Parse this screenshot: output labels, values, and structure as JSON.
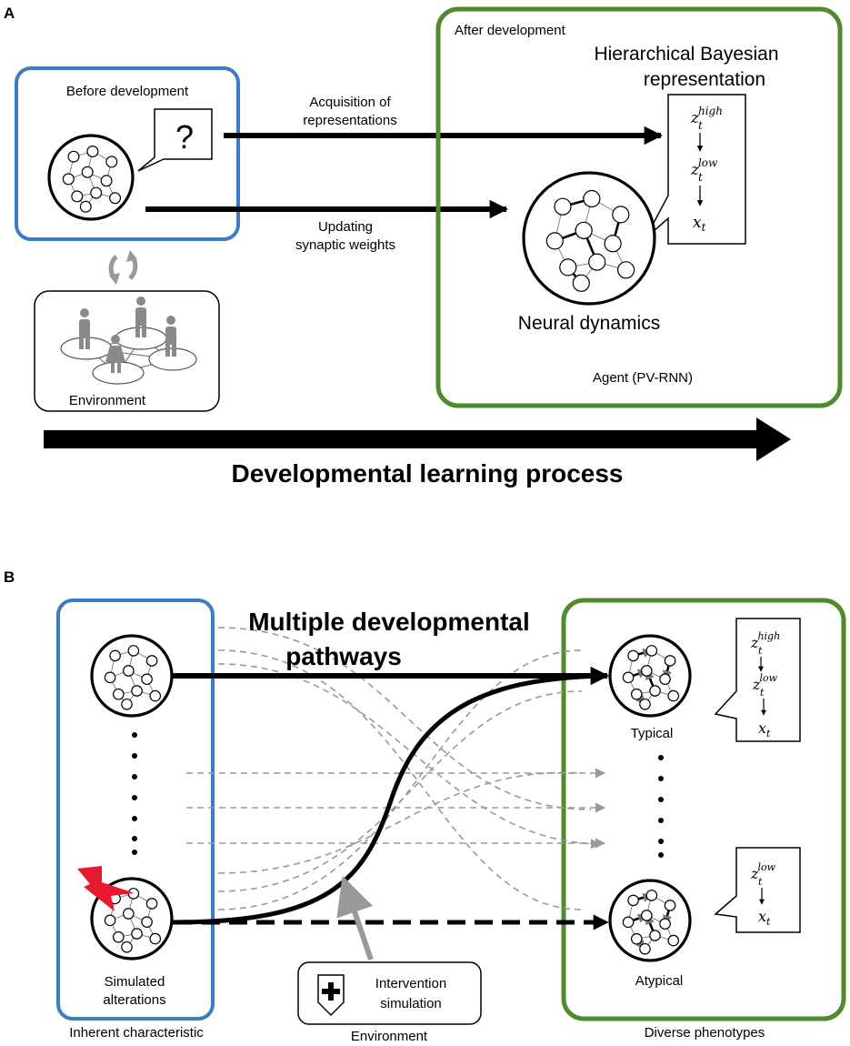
{
  "panel_a": {
    "label": "A",
    "before_development": "Before development",
    "question_mark": "?",
    "environment": "Environment",
    "acquisition_line1": "Acquisition of",
    "acquisition_line2": "representations",
    "updating_line1": "Updating",
    "updating_line2": "synaptic weights",
    "after_development": "After development",
    "hbr_line1": "Hierarchical Bayesian",
    "hbr_line2": "representation",
    "neural_dynamics": "Neural dynamics",
    "agent": "Agent (PV-RNN)",
    "timeline": "Developmental learning process",
    "formula": {
      "z_high_base": "z",
      "z_high_sub": "t",
      "z_high_sup": "high",
      "z_low_base": "z",
      "z_low_sub": "t",
      "z_low_sup": "low",
      "x_base": "x",
      "x_sub": "t"
    }
  },
  "panel_b": {
    "label": "B",
    "title_line1": "Multiple developmental",
    "title_line2": "pathways",
    "simulated_line1": "Simulated",
    "simulated_line2": "alterations",
    "inherent": "Inherent characteristic",
    "environment": "Environment",
    "intervention_line1": "Intervention",
    "intervention_line2": "simulation",
    "typical": "Typical",
    "atypical": "Atypical",
    "diverse": "Diverse phenotypes",
    "formula_typical": {
      "z_high_base": "z",
      "z_high_sub": "t",
      "z_high_sup": "high",
      "z_low_base": "z",
      "z_low_sub": "t",
      "z_low_sup": "low",
      "x_base": "x",
      "x_sub": "t"
    },
    "formula_atypical": {
      "z_low_base": "z",
      "z_low_sub": "t",
      "z_low_sup": "low",
      "x_base": "x",
      "x_sub": "t"
    }
  },
  "colors": {
    "blue": "#3d7cc4",
    "green": "#4f8a2f",
    "red": "#e8192c",
    "gray": "#999999"
  }
}
